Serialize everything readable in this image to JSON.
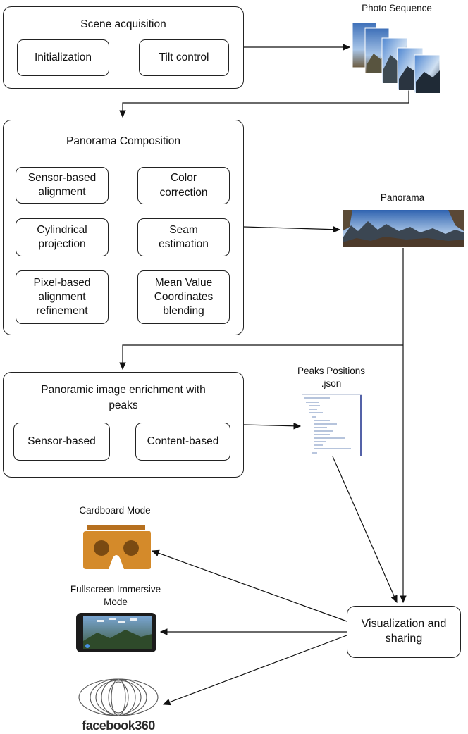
{
  "groups": {
    "scene": {
      "title": "Scene acquisition",
      "nodes": {
        "init": "Initialization",
        "tilt": "Tilt control"
      }
    },
    "panorama": {
      "title": "Panorama Composition",
      "nodes": {
        "sensor_align": "Sensor-based\nalignment",
        "cylindrical": "Cylindrical\nprojection",
        "pixel_align": "Pixel-based\nalignment\nrefinement",
        "color": "Color\ncorrection",
        "seam": "Seam\nestimation",
        "mvc": "Mean Value\nCoordinates\nblending"
      }
    },
    "enrichment": {
      "title": "Panoramic image enrichment with\npeaks",
      "nodes": {
        "sensor": "Sensor-based",
        "content": "Content-based"
      }
    }
  },
  "outputs": {
    "photo_sequence": "Photo Sequence",
    "panorama": "Panorama",
    "peaks": "Peaks Positions\n.json"
  },
  "visualization": {
    "node": "Visualization and\nsharing",
    "cardboard": "Cardboard Mode",
    "fullscreen": "Fullscreen Immersive\nMode",
    "facebook_logo": "facebook360"
  }
}
